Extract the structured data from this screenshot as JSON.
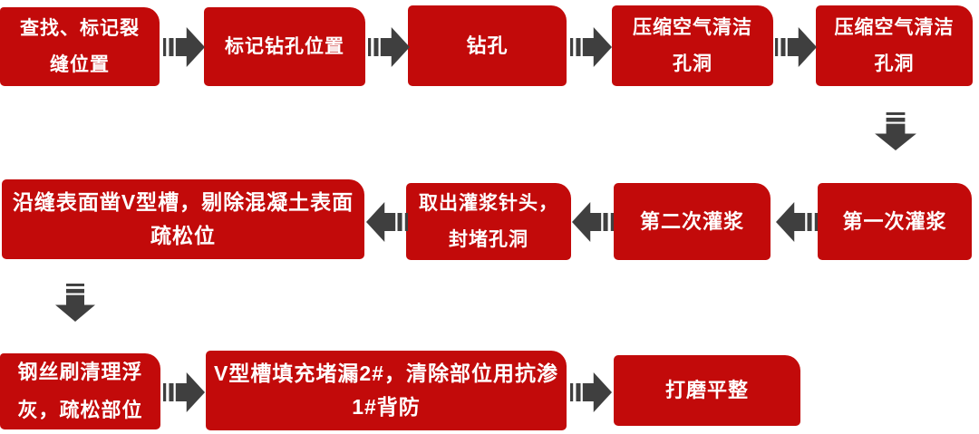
{
  "diagram": {
    "type": "flowchart",
    "background_color": "#ffffff",
    "colors": {
      "box": "#c20a0a",
      "text": "#ffffff",
      "arrow": "#3f3f3f"
    },
    "steps": [
      {
        "id": 1,
        "label": "查找、标记裂\n缝位置"
      },
      {
        "id": 2,
        "label": "标记钻孔位置"
      },
      {
        "id": 3,
        "label": "钻孔"
      },
      {
        "id": 4,
        "label": "压缩空气清洁\n孔洞"
      },
      {
        "id": 5,
        "label": "压缩空气清洁\n孔洞"
      },
      {
        "id": 6,
        "label": "第一次灌浆"
      },
      {
        "id": 7,
        "label": "第二次灌浆"
      },
      {
        "id": 8,
        "label": "取出灌浆针头，\n封堵孔洞"
      },
      {
        "id": 9,
        "label": "沿缝表面凿V型槽，剔除混凝土表面\n疏松位"
      },
      {
        "id": 10,
        "label": "钢丝刷清理浮\n灰，疏松部位"
      },
      {
        "id": 11,
        "label": "V型槽填充堵漏2#，清除部位用抗渗\n1#背防"
      },
      {
        "id": 12,
        "label": "打磨平整"
      }
    ],
    "flow_sequence": [
      "查找、标记裂缝位置",
      "标记钻孔位置",
      "钻孔",
      "压缩空气清洁孔洞",
      "压缩空气清洁孔洞",
      "第一次灌浆",
      "第二次灌浆",
      "取出灌浆针头，封堵孔洞",
      "沿缝表面凿V型槽，剔除混凝土表面疏松位",
      "钢丝刷清理浮灰，疏松部位",
      "V型槽填充堵漏2#，清除部位用抗渗1#背防",
      "打磨平整"
    ],
    "arrow_style": "striped-block-arrow",
    "arrow_directions": [
      "right",
      "right",
      "right",
      "right",
      "down",
      "left",
      "left",
      "left",
      "down",
      "right",
      "right"
    ]
  }
}
